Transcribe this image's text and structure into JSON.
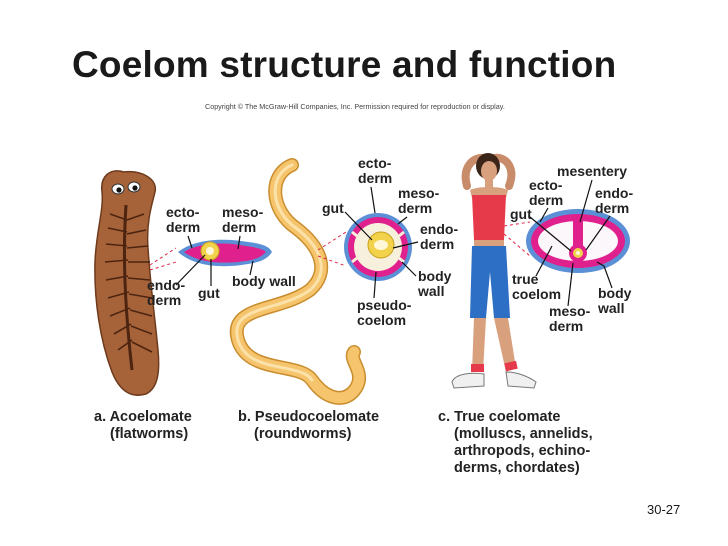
{
  "title": "Coelom structure and function",
  "copyright": "Copyright © The McGraw-Hill Companies, Inc. Permission required for reproduction or display.",
  "slide_number": "30-27",
  "panels": {
    "a": {
      "labels": {
        "ecto1": "ecto-",
        "ecto2": "derm",
        "meso1": "meso-",
        "meso2": "derm",
        "endo1": "endo-",
        "endo2": "derm",
        "gut": "gut",
        "body_wall": "body wall"
      },
      "caption": [
        "a. Acoelomate",
        "(flatworms)"
      ]
    },
    "b": {
      "labels": {
        "ecto1": "ecto-",
        "ecto2": "derm",
        "meso1": "meso-",
        "meso2": "derm",
        "gut": "gut",
        "endo1": "endo-",
        "endo2": "derm",
        "body1": "body",
        "body2": "wall",
        "pseudo1": "pseudo-",
        "pseudo2": "coelom"
      },
      "caption": [
        "b. Pseudocoelomate",
        "(roundworms)"
      ]
    },
    "c": {
      "labels": {
        "mesentery": "mesentery",
        "ecto1": "ecto-",
        "ecto2": "derm",
        "endo1": "endo-",
        "endo2": "derm",
        "gut": "gut",
        "true1": "true",
        "true2": "coelom",
        "body1": "body",
        "body2": "wall",
        "meso1": "meso-",
        "meso2": "derm"
      },
      "caption": [
        "c. True coelomate",
        "(molluscs, annelids,",
        "arthropods, echino-",
        "derms, chordates)"
      ]
    }
  },
  "colors": {
    "ectoderm": "#5b8fd6",
    "mesoderm": "#e0208c",
    "endoderm": "#f2d24a",
    "pseudocoelom": "#f6f0dc",
    "flatworm": "#a6633a",
    "roundworm": "#f5c46c"
  }
}
